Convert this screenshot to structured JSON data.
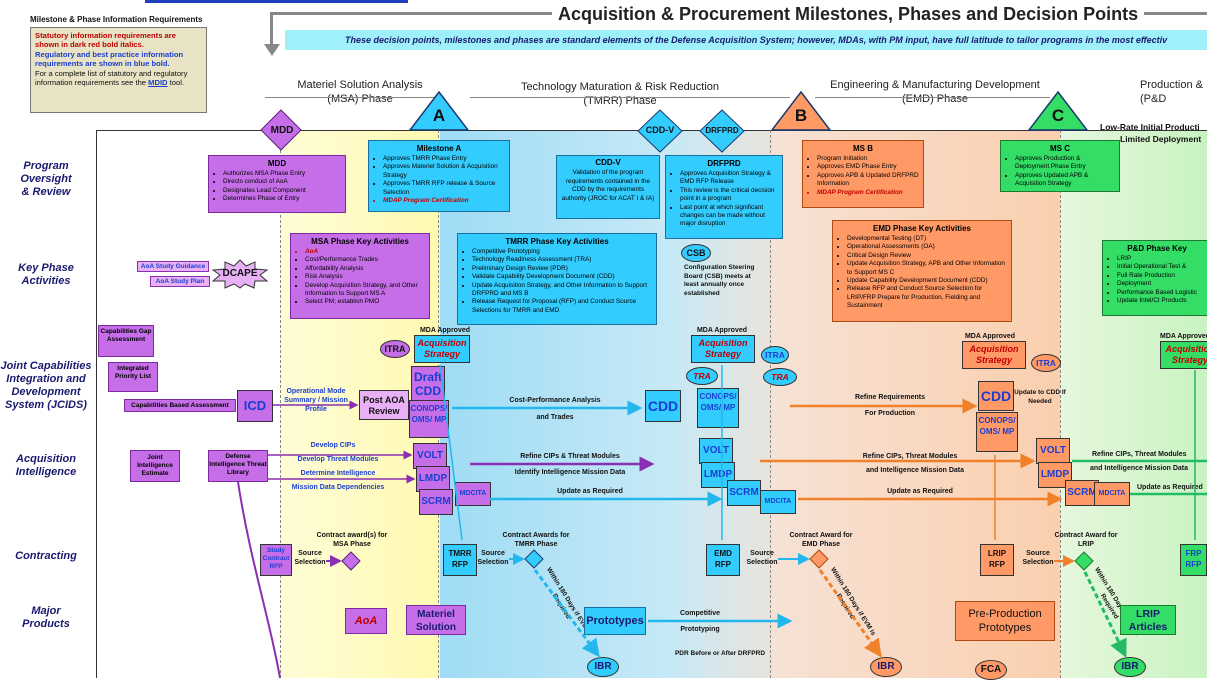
{
  "header": {
    "title": "Acquisition & Procurement Milestones, Phases and Decision Points",
    "subtitle": "These decision points, milestones and phases are standard elements of the Defense Acquisition System; however, MDAs, with PM input, have full latitude to tailor programs in the most effectiv"
  },
  "legend": {
    "title": "Milestone & Phase Information Requirements",
    "line1": "Statutory information requirements are shown in dark red bold italics.",
    "line2": "Regulatory and best practice information requirements are shown in blue bold.",
    "line3": "For a complete list of statutory and regulatory information requirements see the",
    "link": "MDID",
    "line3_end": " tool."
  },
  "phases": {
    "msa": "Materiel Solution Analysis (MSA) Phase",
    "tmrr": "Technology Maturation & Risk Reduction (TMRR) Phase",
    "emd": "Engineering & Manufacturing Development (EMD) Phase",
    "pd": "Production & (P&D",
    "lrip_top": "Low-Rate Initial Producti",
    "lrip_top2": "Limited Deployment"
  },
  "milestones": {
    "mdd": "MDD",
    "a": "A",
    "cddv": "CDD-V",
    "drfprd": "DRFPRD",
    "b": "B",
    "c": "C"
  },
  "rows": {
    "oversight": "Program Oversight & Review",
    "activities": "Key Phase Activities",
    "jcids": "Joint Capabilities Integration and Development System (JCIDS)",
    "intel": "Acquisition Intelligence",
    "contracting": "Contracting",
    "products": "Major Products"
  },
  "boxes": {
    "mdd": {
      "title": "MDD",
      "items": [
        "Authorizes MSA Phase Entry",
        "Directs conduct of AoA",
        "Designates Lead Component",
        "Determines Phase of Entry"
      ]
    },
    "msa": {
      "title": "Milestone A",
      "items": [
        "Approves TMRR Phase Entry",
        "Approves Materiel Solution & Acquisition Strategy",
        "Approves TMRR RFP release & Source Selection",
        "MDAP Program Certification"
      ]
    },
    "cddv": {
      "title": "CDD-V",
      "text": "Validation of the program requirements contained in the CDD by the requirements authority (JROC for ACAT I & IA)"
    },
    "drfprd": {
      "title": "DRFPRD",
      "items": [
        "Approves Acquisition Strategy & EMD RFP Release",
        "This review is the critical decision point in a program",
        "Last point at which significant changes can be made without major disruption"
      ]
    },
    "msb": {
      "title": "MS B",
      "items": [
        "Program Initiation",
        "Approves EMD Phase Entry",
        "Approves APB & Updated DRFPRD Information",
        "MDAP Program Certification"
      ]
    },
    "msc": {
      "title": "MS C",
      "items": [
        "Approves Production & Deployment Phase Entry",
        "Approves Updated APB & Acquisition Strategy"
      ]
    },
    "msa_act": {
      "title": "MSA Phase Key Activities",
      "items": [
        "AoA",
        "Cost/Performance Trades",
        "Affordability Analysis",
        "Risk Analysis",
        "Develop Acquisition Strategy, and Other Information to Support MS A",
        "Select PM; establish PMO"
      ]
    },
    "tmrr_act": {
      "title": "TMRR Phase Key Activities",
      "items": [
        "Competitive Prototyping",
        "Technology Readiness Assessment (TRA)",
        "Preliminary Design Review (PDR)",
        "Validate Capability Development Document (CDD)",
        "Update Acquisition Strategy, and Other Information to Support DRFPRD and MS B",
        "Release Request for Proposal (RFP) and Conduct Source Selections for TMRR and EMD"
      ]
    },
    "emd_act": {
      "title": "EMD Phase Key Activities",
      "items": [
        "Developmental Testing (DT)",
        "Operational Assessments (OA)",
        "Critical Design Review",
        "Update Acquisition Strategy, APB and Other Information to Support MS C",
        "Update Capability Development Document (CDD)",
        "Release RFP and Conduct Source Selection for LRIP/FRP Prepare for Production, Fielding and Sustainment"
      ]
    },
    "pd_act": {
      "title": "P&D Phase Key",
      "items": [
        "LRIP",
        "Initial Operational Test &",
        "Full Rate Production",
        "Deployment",
        "Performance Based Logistic",
        "Update Intel/CI Products"
      ]
    }
  },
  "jcids": {
    "cga": "Capabilities Gap Assessment",
    "ipl": "Integrated Priority List",
    "cba": "Capabilities Based Assessment",
    "icd": "ICD",
    "opmode": "Operational Mode Summary / Mission Profile",
    "postaoa": "Post AOA Review",
    "draftcdd": "Draft CDD",
    "conops": "CONOPS/ OMS/ MP",
    "cpa": "Cost-Performance Analysis",
    "trades": "and Trades",
    "cdd": "CDD",
    "refine": "Refine Requirements",
    "forprod": "For Production",
    "cdd2": "CDD",
    "updcdd": "Update to CDD If Needed",
    "csb": "CSB",
    "csb_text": "Configuration Steering Board (CSB) meets at least annually once established",
    "itra": "ITRA",
    "tra": "TRA",
    "mda_approved": "MDA Approved",
    "acq_strat": "Acquisition Strategy",
    "aoa_guid": "AoA Study Guidance",
    "aoa_plan": "AoA Study Plan",
    "dcape": "DCAPE"
  },
  "intel": {
    "jie": "Joint Intelligence Estimate",
    "ditl": "Defense Intelligence Threat Library",
    "dev_cips": "Develop CIPs",
    "dev_threat": "Develop Threat Modules",
    "det_intel": "Determine Intelligence",
    "mission_dep": "Mission Data Dependencies",
    "volt": "VOLT",
    "lmdp": "LMDP",
    "scrm": "SCRM",
    "mdcita": "MDCITA",
    "refine_cips": "Refine CIPs & Threat Modules",
    "identify": "Identify Intelligence Mission Data",
    "update": "Update as Required",
    "refine_cips2": "Refine CIPs, Threat Modules",
    "and_intel": "and Intelligence Mission Data",
    "refine_cips3": "Refine CIPs, Threat Modules",
    "and_intel3": "and Intelligence Mission Data"
  },
  "contracting": {
    "study": "Study Contract RFP",
    "source_sel": "Source Selection",
    "award_msa": "Contract award(s) for MSA Phase",
    "tmrr_rfp": "TMRR RFP",
    "award_tmrr": "Contract Awards for TMRR Phase",
    "emd_rfp": "EMD RFP",
    "award_emd": "Contract Award for EMD Phase",
    "lrip_rfp": "LRIP RFP",
    "award_lrip": "Contract Award for LRIP",
    "frp_rfp": "FRP RFP",
    "within180": "Within 180 Days if EVM is Required"
  },
  "products": {
    "aoa": "AoA",
    "materiel": "Materiel Solution",
    "prototypes": "Prototypes",
    "competitive": "Competitive",
    "prototyping": "Prototyping",
    "ibr": "IBR",
    "pdr": "PDR Before or After DRFPRD",
    "preprod": "Pre-Production Prototypes",
    "fca": "FCA",
    "lrip": "LRIP Articles"
  },
  "colors": {
    "msa_bg": "#fffcc0",
    "tmrr_bg": "#a9dff5",
    "emd_bg": "#fbd9c2",
    "pd_bg": "#cff5c6",
    "purple": "#c56ee8",
    "cyan": "#33ccff",
    "orange": "#ff9966",
    "green": "#33dd66",
    "title_blue": "#1a1a6e"
  }
}
